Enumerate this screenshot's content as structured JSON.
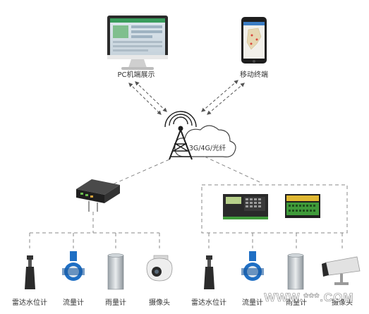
{
  "nodes": {
    "pc": {
      "label": "PC机端展示"
    },
    "mobile": {
      "label": "移动终端"
    },
    "network": {
      "label": "3G/4G/光纤"
    }
  },
  "left_sensors": [
    {
      "label": "雷达水位计",
      "icon": "radar-level-gauge-icon"
    },
    {
      "label": "流量计",
      "icon": "flow-meter-icon"
    },
    {
      "label": "雨量计",
      "icon": "rain-gauge-icon"
    },
    {
      "label": "摄像头",
      "icon": "dome-camera-icon"
    }
  ],
  "right_sensors": [
    {
      "label": "雷达水位计",
      "icon": "radar-level-gauge-icon"
    },
    {
      "label": "流量计",
      "icon": "flow-meter-icon"
    },
    {
      "label": "雨量计",
      "icon": "rain-gauge-icon"
    },
    {
      "label": "摄像头",
      "icon": "bullet-camera-icon"
    }
  ],
  "watermark": "WWW.***.COM",
  "colors": {
    "line": "#555555",
    "dashed_line": "#888888",
    "flow_blue": "#1f6fc4",
    "terminal_green": "#3f9b3a"
  }
}
